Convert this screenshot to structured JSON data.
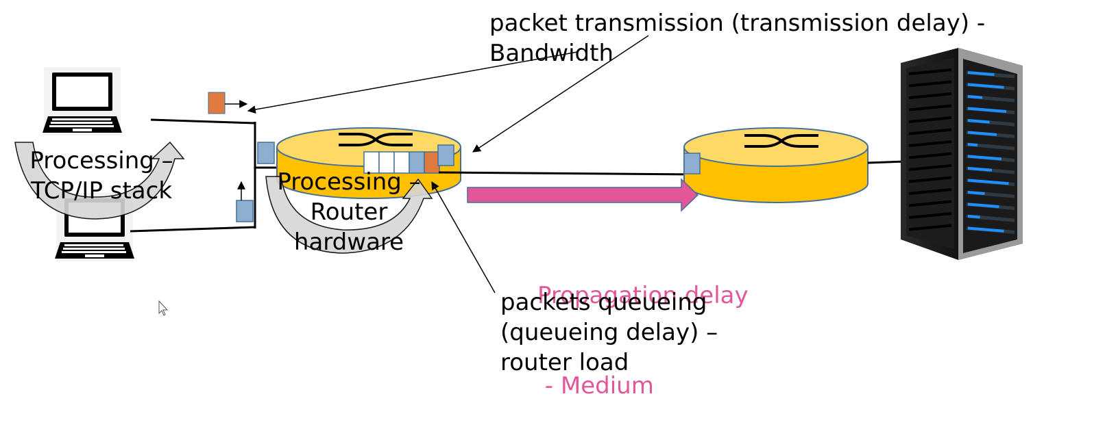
{
  "labels": {
    "transmission_line1": "packet transmission (transmission delay) -",
    "transmission_line2": "Bandwidth",
    "host_processing_line1": "Processing –",
    "host_processing_line2": "TCP/IP stack",
    "router_processing_line1": "Processing –",
    "router_processing_line2": "Router",
    "router_processing_line3": "hardware",
    "propagation_line1": "Propagation delay",
    "propagation_line2": " - Medium",
    "queueing_line1": "packets queueing",
    "queueing_line2": "(queueing delay) –",
    "queueing_line3": "router load"
  },
  "icons": {
    "host_top": "laptop-icon",
    "host_bottom": "laptop-icon",
    "router_a": "router-icon",
    "router_b": "router-icon",
    "server": "server-rack-icon",
    "cursor": "mouse-pointer-icon"
  },
  "colors": {
    "router_side": "#ffc000",
    "router_top": "#ffd966",
    "router_outline": "#41719c",
    "packet_blue": "#8eaecf",
    "packet_orange": "#e07b3f",
    "propagation_arrow": "#e2569a",
    "processing_arrow_gray": "#d0d0d0",
    "server_light": "#1e90ff"
  }
}
